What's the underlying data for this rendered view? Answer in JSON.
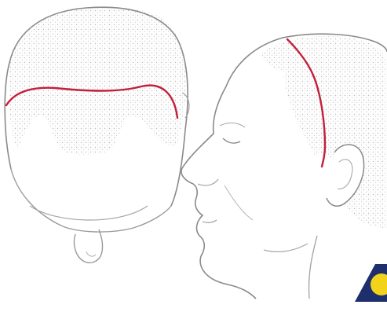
{
  "colors": {
    "background": "#ffffff",
    "outline": "#8a8a8a",
    "hair_stipple": "#b9b9b9",
    "incision": "#c21f3a",
    "logo_navy": "#1e2f6d",
    "logo_yellow": "#f2d21b"
  },
  "figures": [
    {
      "view": "top-view-head",
      "shows": [
        "hair-region",
        "incision-line"
      ]
    },
    {
      "view": "side-profile-head",
      "shows": [
        "hair-region",
        "incision-line",
        "ear"
      ]
    }
  ],
  "logo": {
    "icon": "triangle-circle-logo"
  }
}
